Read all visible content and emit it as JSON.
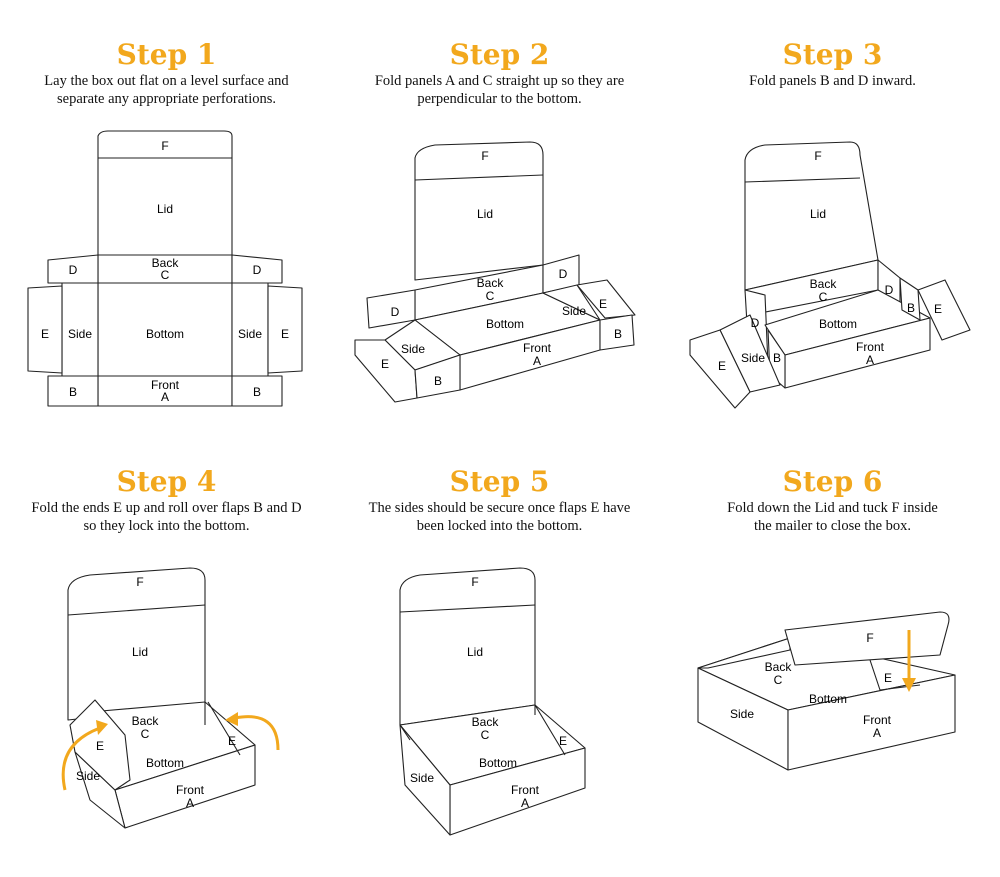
{
  "steps": [
    {
      "title": "Step 1",
      "desc": [
        "Lay the box out flat on a level surface and",
        "separate any appropriate perforations."
      ]
    },
    {
      "title": "Step 2",
      "desc": [
        "Fold panels A and C straight up so they are",
        "perpendicular to the bottom."
      ]
    },
    {
      "title": "Step 3",
      "desc": [
        "Fold panels B and D inward."
      ]
    },
    {
      "title": "Step 4",
      "desc": [
        "Fold the ends E up and roll over flaps B and D",
        "so they lock into the bottom."
      ]
    },
    {
      "title": "Step 5",
      "desc": [
        "The sides should be secure once flaps E have",
        "been locked into the bottom."
      ]
    },
    {
      "title": "Step 6",
      "desc": [
        "Fold down the Lid and tuck F inside",
        "the mailer to close the box."
      ]
    }
  ],
  "labels": {
    "F": "F",
    "lid": "Lid",
    "back": "Back",
    "C": "C",
    "D": "D",
    "E": "E",
    "side": "Side",
    "bottom": "Bottom",
    "front": "Front",
    "A": "A",
    "B": "B"
  },
  "colors": {
    "accent": "#f2a81d",
    "line": "#222222"
  }
}
